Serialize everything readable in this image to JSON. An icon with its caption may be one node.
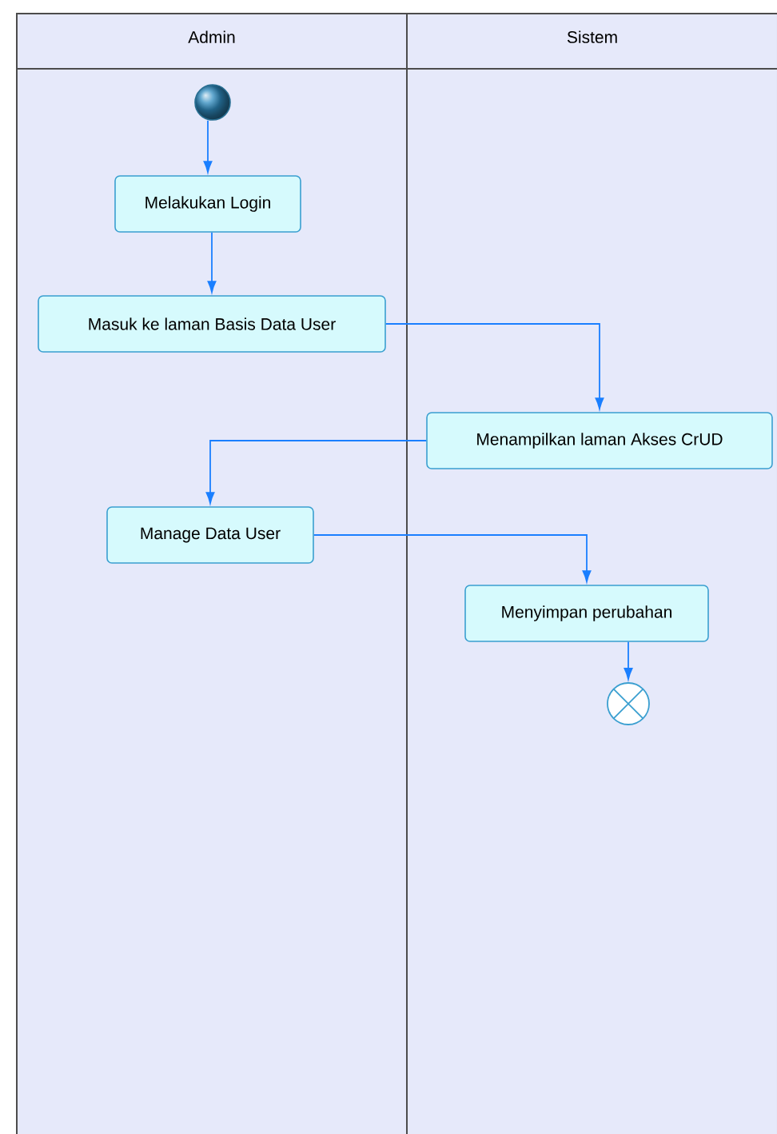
{
  "diagram": {
    "nodes": [
      {
        "text": [
          "Admin"
        ]
      },
      {
        "text": [
          "Sistem"
        ]
      },
      {
        "text": [],
        "shape": "circle",
        "in": 0
      },
      {
        "text": [
          "Melakukan Login"
        ],
        "in": 0
      },
      {
        "text": [
          "Masuk ke laman Basis Data User"
        ],
        "in": 0
      },
      {
        "text": [
          "Menampilkan laman Akses CrUD"
        ],
        "in": 1
      },
      {
        "text": [
          "Manage Data User"
        ],
        "in": 0
      },
      {
        "text": [
          "Menyimpan perubahan"
        ],
        "in": 1
      },
      {
        "text": [],
        "shape": "circle",
        "in": 1
      }
    ],
    "edges": [
      {
        "from": 2,
        "to": 3,
        "arrow": "to"
      },
      {
        "from": 3,
        "to": 4,
        "arrow": "to"
      },
      {
        "from": 4,
        "to": 5,
        "arrow": "to"
      },
      {
        "from": 5,
        "to": 6,
        "arrow": "to"
      },
      {
        "from": 6,
        "to": 7,
        "arrow": "to"
      },
      {
        "from": 7,
        "to": 8,
        "arrow": "to"
      }
    ]
  }
}
